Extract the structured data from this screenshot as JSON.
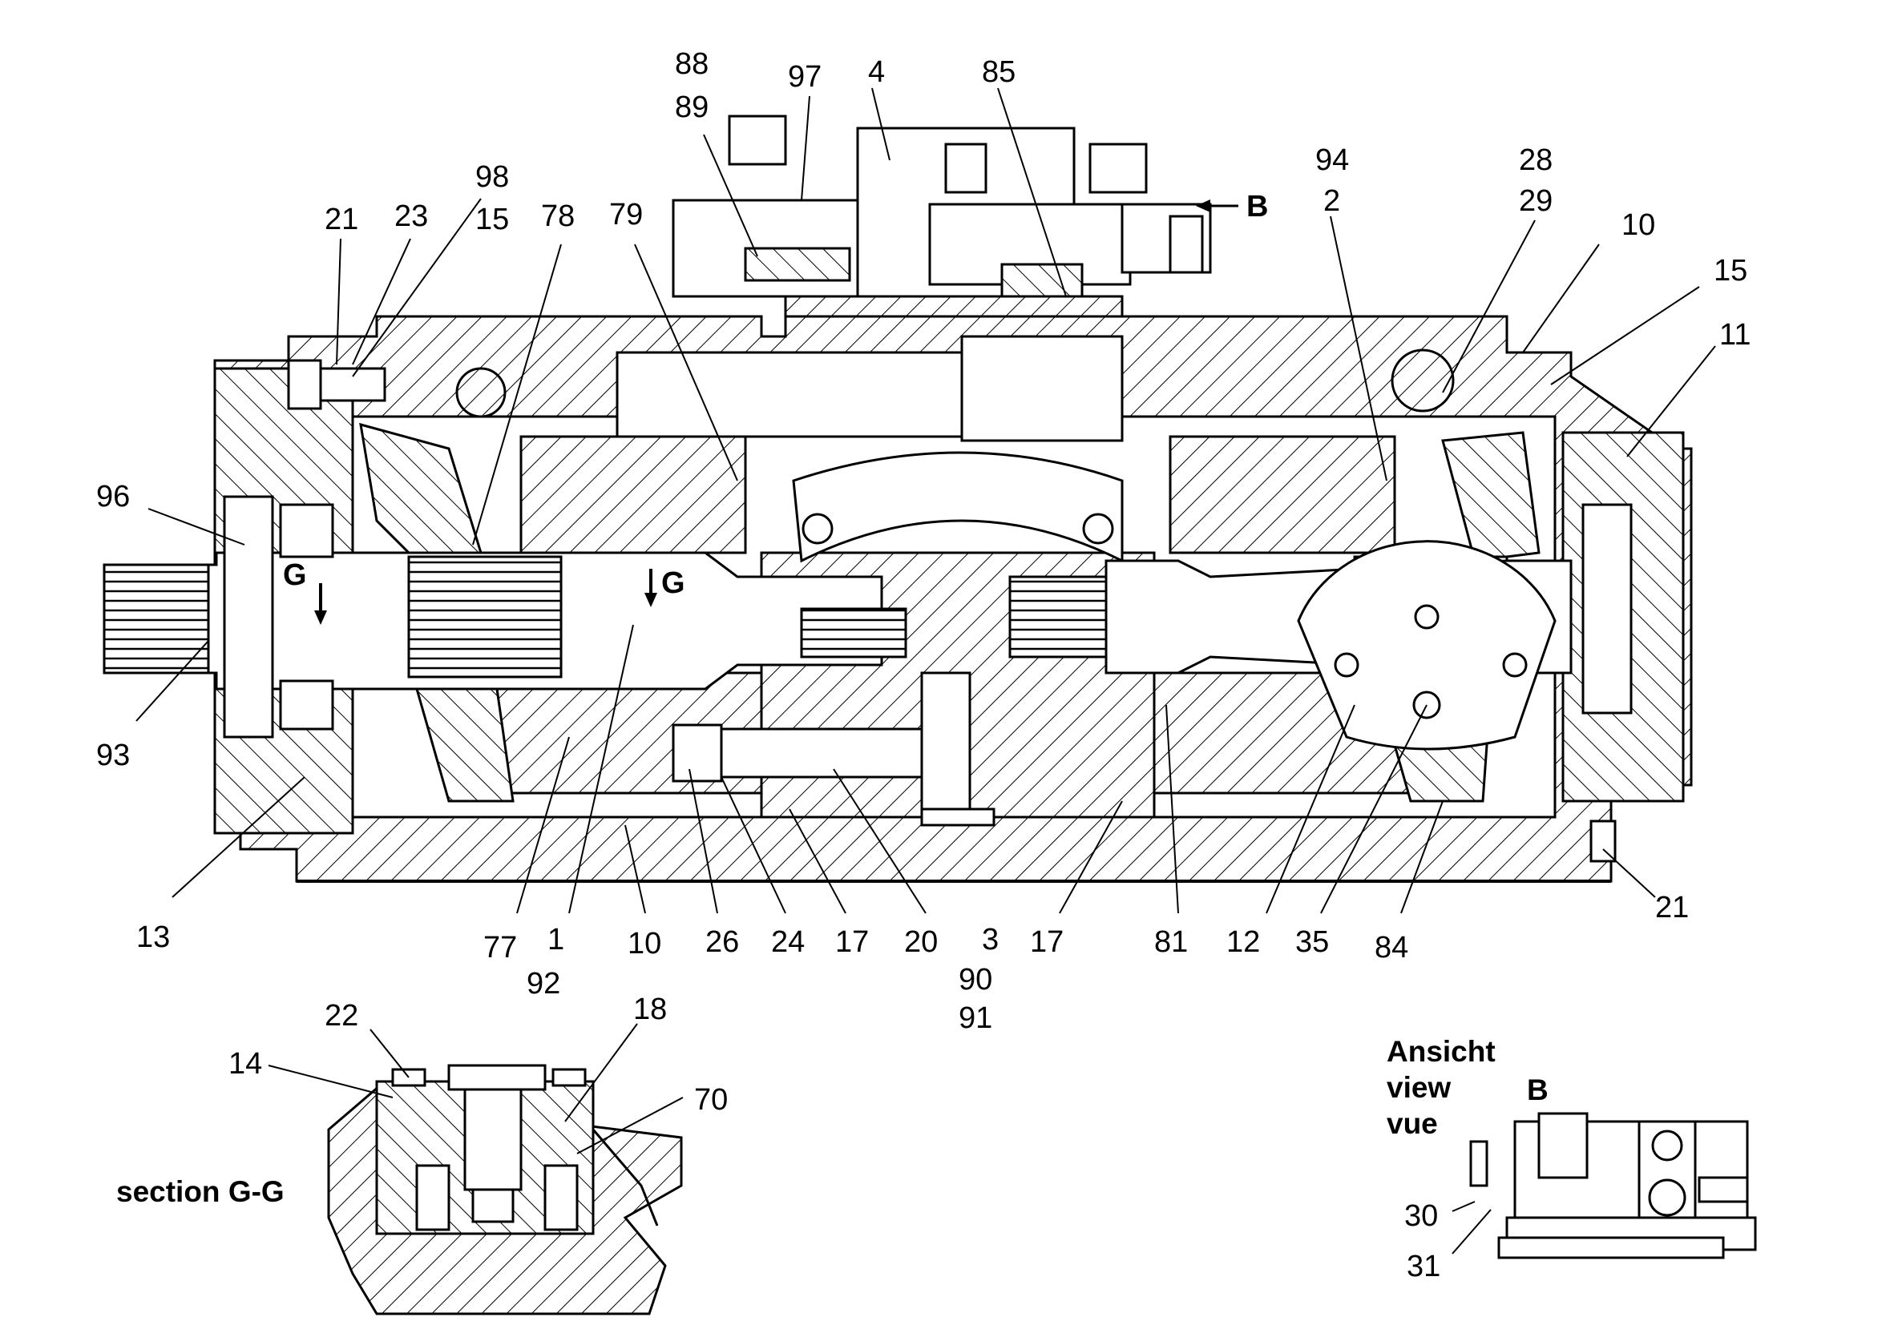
{
  "labels": {
    "l88": "88",
    "l89": "89",
    "l97": "97",
    "l4": "4",
    "l85": "85",
    "l98": "98",
    "l15a": "15",
    "l21a": "21",
    "l23": "23",
    "l78": "78",
    "l79": "79",
    "l94": "94",
    "l2": "2",
    "l28": "28",
    "l29": "29",
    "l10a": "10",
    "l15b": "15",
    "l11": "11",
    "l96": "96",
    "l93": "93",
    "l13": "13",
    "l77": "77",
    "l1": "1",
    "l92": "92",
    "l10b": "10",
    "l26": "26",
    "l24": "24",
    "l17a": "17",
    "l20": "20",
    "l3": "3",
    "l90": "90",
    "l91": "91",
    "l17b": "17",
    "l81": "81",
    "l12": "12",
    "l35": "35",
    "l84": "84",
    "l21b": "21",
    "l22": "22",
    "l18": "18",
    "l14": "14",
    "l70": "70",
    "l30": "30",
    "l31": "31"
  },
  "markers": {
    "arrow_b": "B",
    "g_left": "G",
    "g_right": "G"
  },
  "section": {
    "title": "section G-G"
  },
  "view_b": {
    "line1": "Ansicht",
    "line2": "view",
    "line3": "vue",
    "letter": "B"
  }
}
